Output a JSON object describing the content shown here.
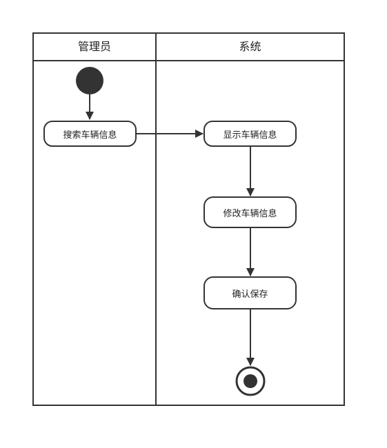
{
  "lanes": {
    "left": "管理员",
    "right": "系统"
  },
  "nodes": {
    "search": "搜索车辆信息",
    "show": "显示车辆信息",
    "edit": "修改车辆信息",
    "confirm": "确认保存"
  },
  "colors": {
    "stroke": "#333333",
    "fill": "#ffffff",
    "text": "#222222"
  }
}
